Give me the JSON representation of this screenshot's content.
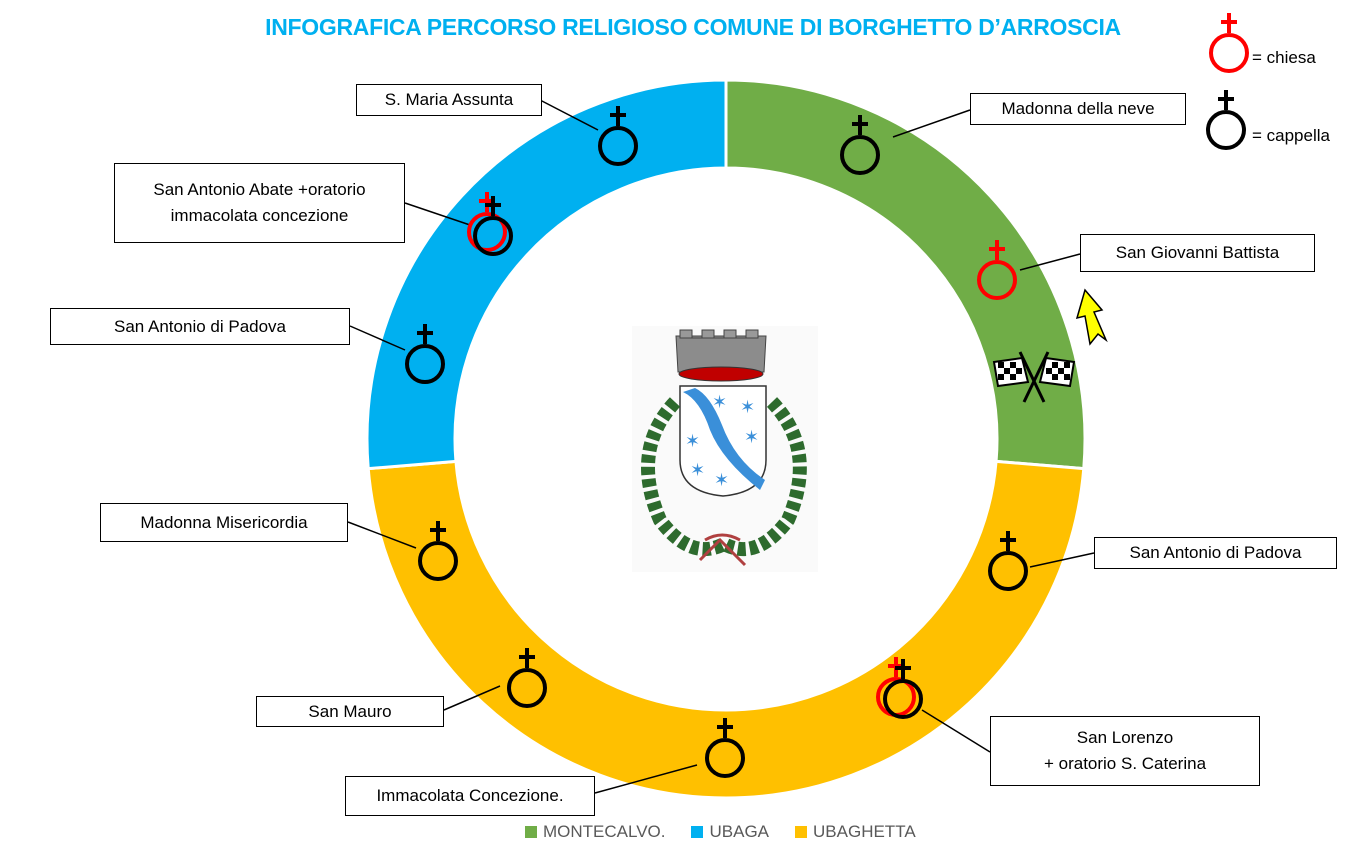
{
  "title": "INFOGRAFICA PERCORSO RELIGIOSO COMUNE DI BORGHETTO D’ARROSCIA",
  "key": {
    "chiesa": "= chiesa",
    "cappella": "= cappella",
    "chiesa_color": "#ff0000",
    "cappella_color": "#000000"
  },
  "chart_data": {
    "type": "pie",
    "subtype": "donut",
    "title": "INFOGRAFICA PERCORSO RELIGIOSO COMUNE DI BORGHETTO D’ARROSCIA",
    "categories": [
      "MONTECALVO.",
      "UBAGHETTA",
      "UBAGA"
    ],
    "values": [
      5,
      9,
      5
    ],
    "colors": [
      "#70ad47",
      "#ffc000",
      "#00b0f0"
    ],
    "legend_position": "bottom"
  },
  "legend": [
    {
      "label": "MONTECALVO.",
      "color": "#70ad47"
    },
    {
      "label": "UBAGA",
      "color": "#00b0f0"
    },
    {
      "label": "UBAGHETTA",
      "color": "#ffc000"
    }
  ],
  "places": [
    {
      "label": "Madonna della neve",
      "types": [
        "cappella"
      ]
    },
    {
      "label": "San Giovanni Battista",
      "types": [
        "chiesa"
      ]
    },
    {
      "label": "San Antonio di  Padova",
      "types": [
        "cappella"
      ]
    },
    {
      "label": "San Lorenzo\n+ oratorio S. Caterina",
      "types": [
        "chiesa",
        "cappella"
      ]
    },
    {
      "label": "Immacolata Concezione.",
      "types": [
        "cappella"
      ]
    },
    {
      "label": "San Mauro",
      "types": [
        "cappella"
      ]
    },
    {
      "label": "Madonna Misericordia",
      "types": [
        "cappella"
      ]
    },
    {
      "label": "San Antonio di Padova",
      "types": [
        "cappella"
      ]
    },
    {
      "label": "San Antonio Abate +oratorio\nimmacolata concezione",
      "types": [
        "chiesa",
        "cappella"
      ]
    },
    {
      "label": "S. Maria Assunta",
      "types": [
        "cappella"
      ]
    }
  ]
}
